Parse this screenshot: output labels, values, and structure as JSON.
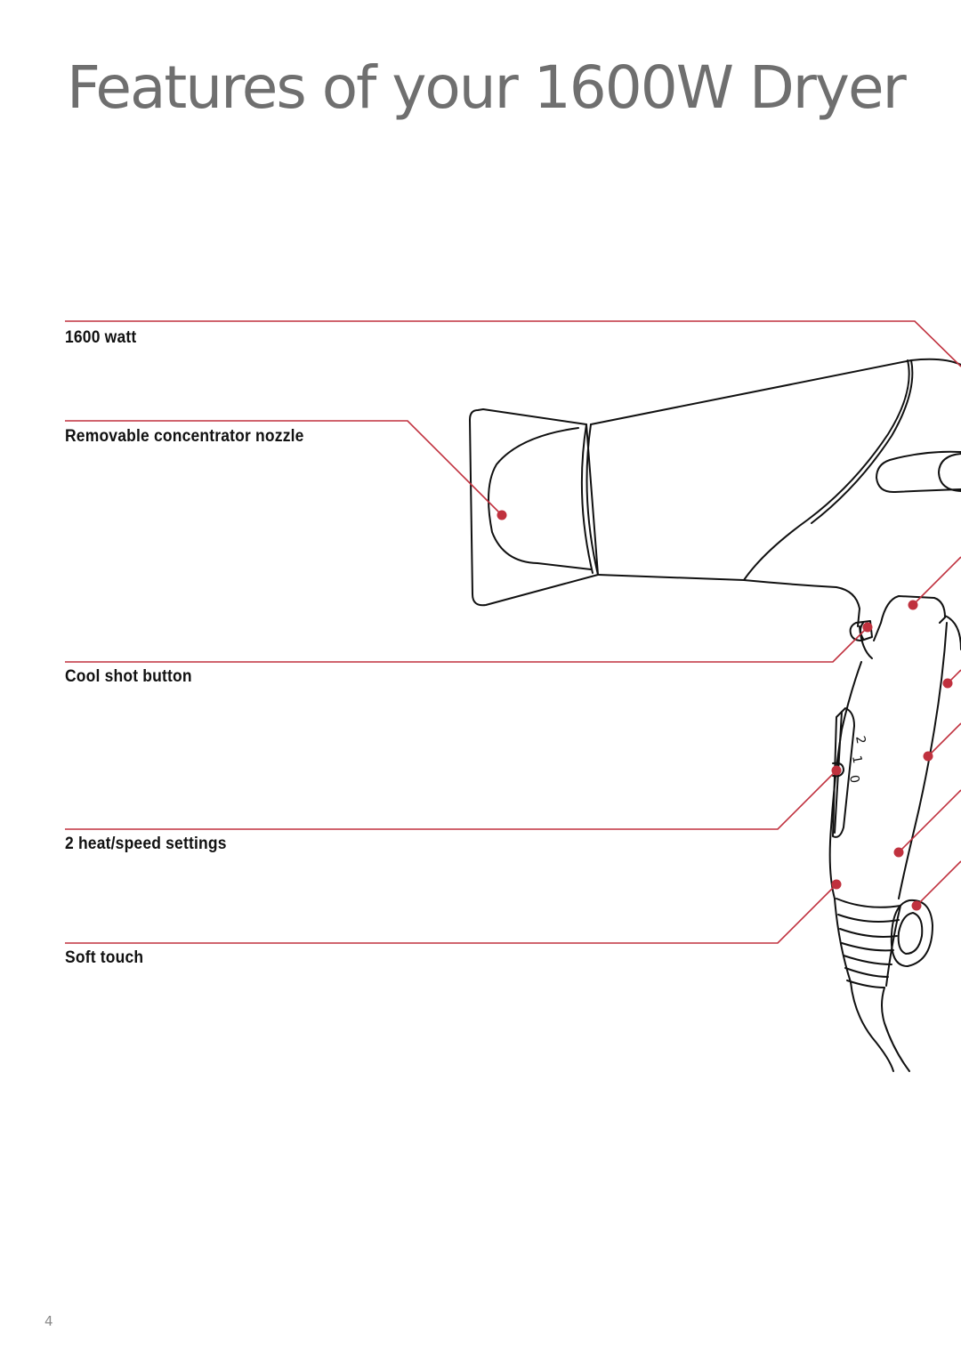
{
  "page": {
    "title": "Features of your 1600W Dryer",
    "page_number": "4"
  },
  "features": [
    {
      "id": "wattage",
      "label": "1600 watt"
    },
    {
      "id": "nozzle",
      "label": "Removable concentrator nozzle"
    },
    {
      "id": "cool-shot",
      "label": "Cool shot button"
    },
    {
      "id": "settings",
      "label": "2 heat/speed settings"
    },
    {
      "id": "soft-touch",
      "label": "Soft touch"
    }
  ],
  "colors": {
    "leader_line": "#c0313e",
    "marker": "#c0313e",
    "title": "#6f6f6f",
    "drawing": "#111111"
  }
}
